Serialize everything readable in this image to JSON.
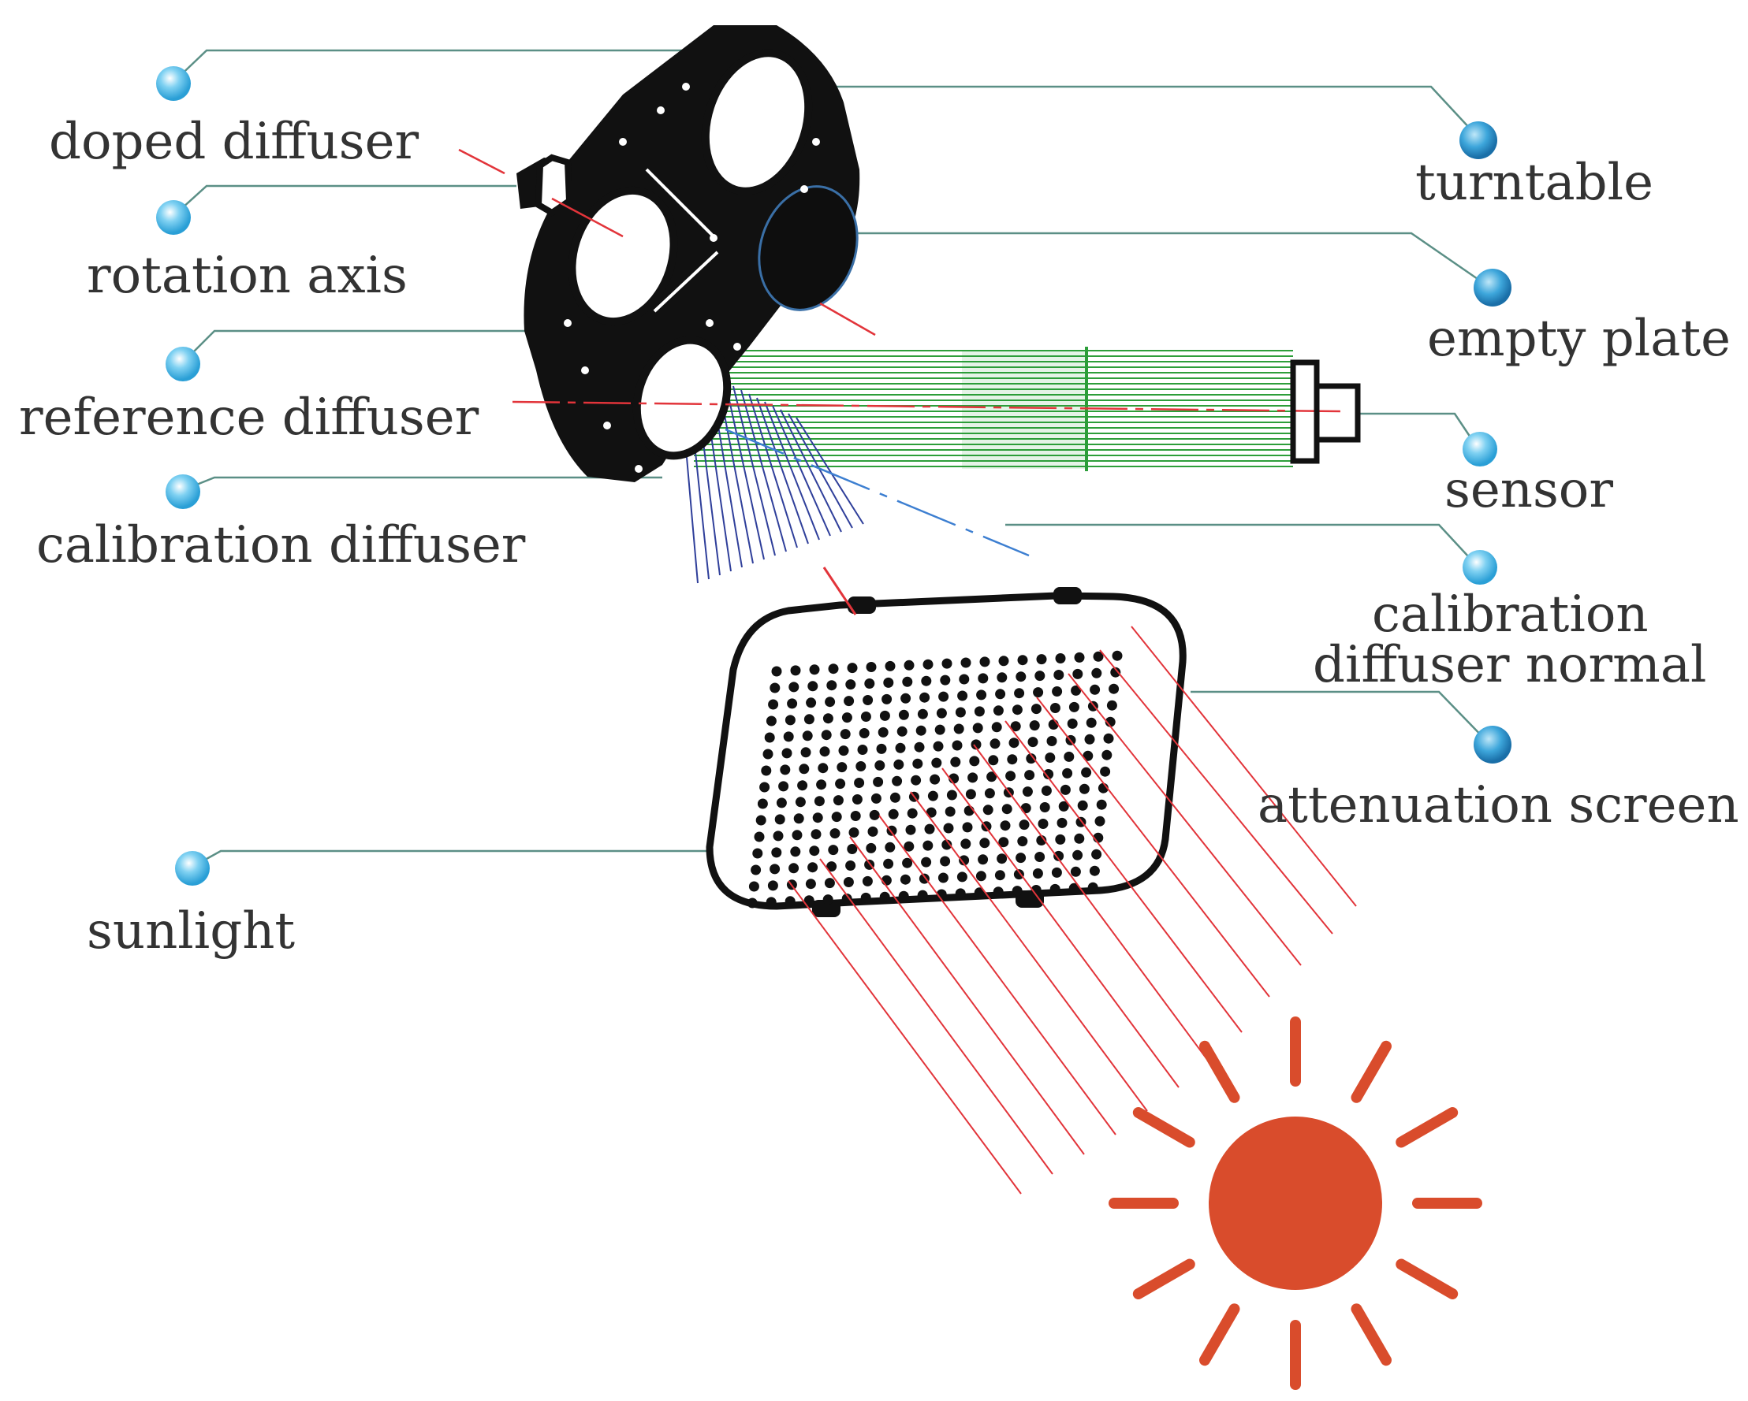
{
  "labels": {
    "doped_diffuser": "doped diffuser",
    "rotation_axis": "rotation axis",
    "reference_diffuser": "reference diffuser",
    "calibration_diffuser": "calibration diffuser",
    "sunlight": "sunlight",
    "turntable": "turntable",
    "empty_plate": "empty plate",
    "sensor": "sensor",
    "calibration_diffuser_normal_line1": "calibration",
    "calibration_diffuser_normal_line2": "diffuser normal",
    "attenuation_screen": "attenuation screen"
  },
  "colors": {
    "leader_line": "#5b8f86",
    "marker": "#4ab3df",
    "sunlight_ray": "#e2343a",
    "reflected_ray": "#2d9e3a",
    "incident_ray": "#2f3f9a",
    "sun": "#d94c2c",
    "axis": "#e2343a",
    "normal": "#3d7fd1",
    "hardware": "#111111"
  },
  "icons": [
    "bullet-marker-icon",
    "sun-icon",
    "sensor-icon",
    "turntable-icon",
    "attenuation-screen-icon"
  ]
}
